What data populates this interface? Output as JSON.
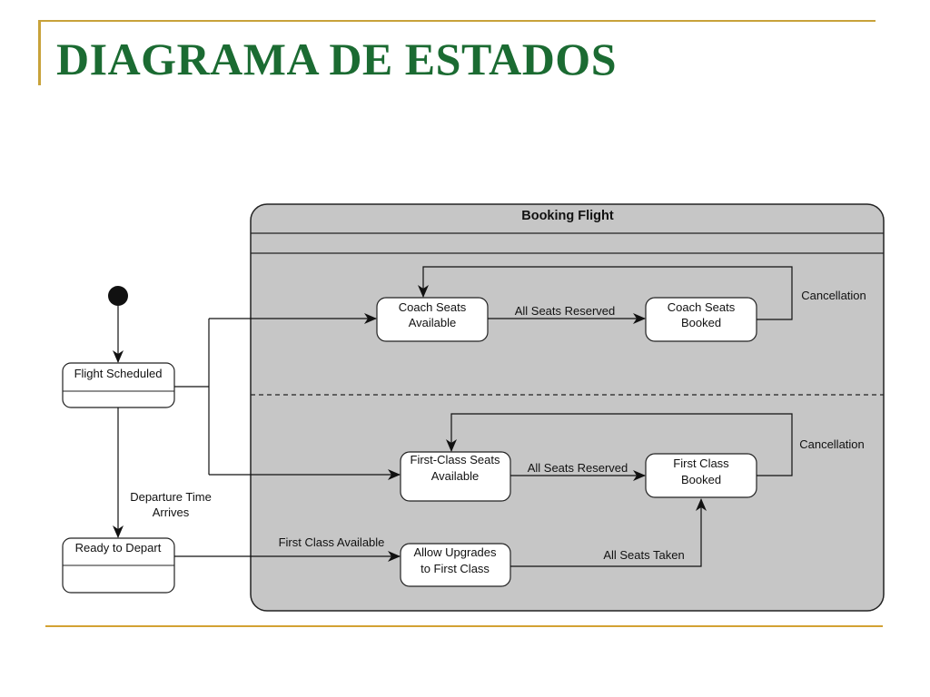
{
  "title": "DIAGRAMA DE ESTADOS",
  "colors": {
    "title": "#1b6b32",
    "accent_rule": "#c8a23a",
    "composite_fill": "#c6c6c6",
    "state_fill": "#ffffff"
  },
  "composite": {
    "title": "Booking Flight"
  },
  "states": {
    "flight_scheduled": "Flight Scheduled",
    "ready_to_depart": "Ready to Depart",
    "coach_available": [
      "Coach Seats",
      "Available"
    ],
    "coach_booked": [
      "Coach Seats",
      "Booked"
    ],
    "first_class_available": [
      "First-Class Seats",
      "Available"
    ],
    "first_class_booked": [
      "First Class",
      "Booked"
    ],
    "allow_upgrades": [
      "Allow Upgrades",
      "to First Class"
    ]
  },
  "transitions": {
    "departure_time_arrives": [
      "Departure Time",
      "Arrives"
    ],
    "all_seats_reserved_coach": "All Seats Reserved",
    "cancellation_coach": "Cancellation",
    "all_seats_reserved_first": "All Seats Reserved",
    "cancellation_first": "Cancellation",
    "first_class_available": "First Class Available",
    "all_seats_taken": "All Seats Taken"
  }
}
